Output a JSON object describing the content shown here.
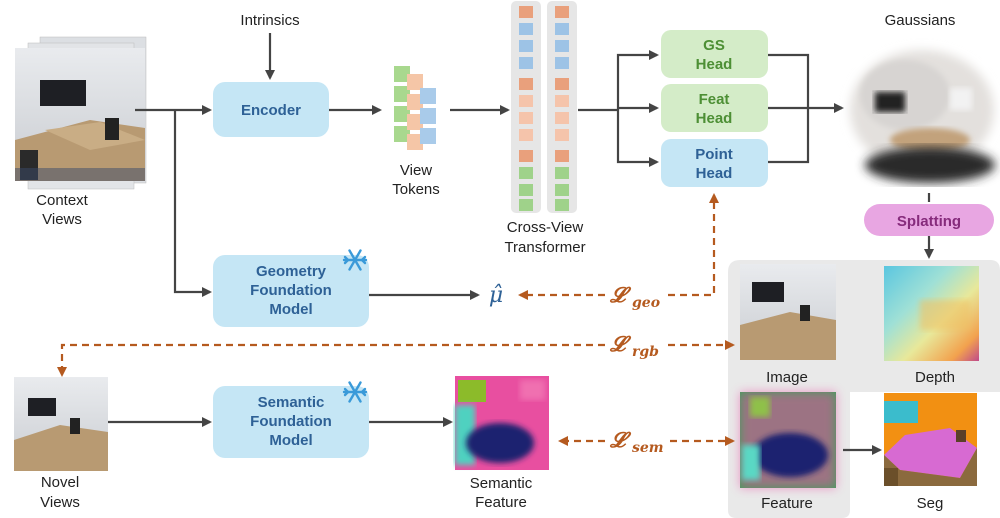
{
  "labels": {
    "intrinsics": "Intrinsics",
    "context_views": [
      "Context",
      "Views"
    ],
    "view_tokens": [
      "View",
      "Tokens"
    ],
    "cross_view": [
      "Cross-View",
      "Transformer"
    ],
    "gaussians": "Gaussians",
    "novel_views": [
      "Novel",
      "Views"
    ],
    "semantic_feature": [
      "Semantic",
      "Feature"
    ],
    "image": "Image",
    "depth": "Depth",
    "feature": "Feature",
    "seg": "Seg",
    "mu_hat": "μ̂"
  },
  "modules": {
    "encoder": "Encoder",
    "gs_head": [
      "GS",
      "Head"
    ],
    "feat_head": [
      "Feat",
      "Head"
    ],
    "point_head": [
      "Point",
      "Head"
    ],
    "splatting": "Splatting",
    "geometry_fm": [
      "Geometry",
      "Foundation",
      "Model"
    ],
    "semantic_fm": [
      "Semantic",
      "Foundation",
      "Model"
    ]
  },
  "losses": {
    "geo": {
      "main": "𝓛",
      "sub": "geo"
    },
    "rgb": {
      "main": "𝓛",
      "sub": "rgb"
    },
    "sem": {
      "main": "𝓛",
      "sub": "sem"
    }
  },
  "colors": {
    "blue_box": "#c5e6f5",
    "blue_text": "#2e6196",
    "green_box": "#d4ecc8",
    "green_text": "#4d8f35",
    "pink_box": "#e8a6e2",
    "pink_text": "#862b7c",
    "loss": "#b55a1f",
    "arrow": "#444444",
    "token_green": "#a8d88e",
    "token_orange": "#f5c6a7",
    "token_blue": "#a9cbea",
    "cv_orange": "#e9a07c",
    "cv_blue": "#9dc3e6",
    "cv_green": "#9fd28a"
  },
  "icons": {
    "frozen_geometry": "snowflake-icon",
    "frozen_semantic": "snowflake-icon"
  }
}
